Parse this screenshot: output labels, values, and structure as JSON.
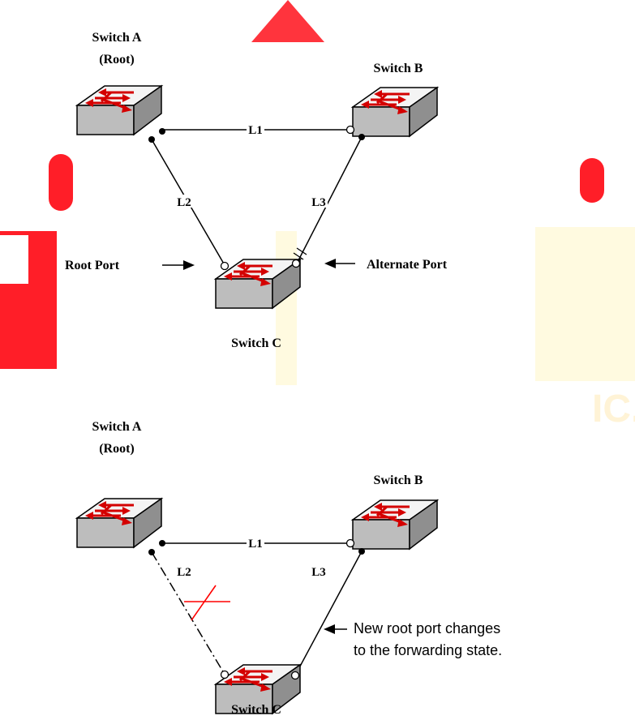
{
  "colors": {
    "watermark_red": "#ff1e28",
    "watermark_yellow": "#fffae0",
    "failure_mark": "#ff0000",
    "arrow_red": "#d40000",
    "link": "#000000"
  },
  "watermark_text": "IC.",
  "top": {
    "switch_a_name": "Switch A",
    "switch_a_role": "(Root)",
    "switch_b_name": "Switch B",
    "switch_c_name": "Switch C",
    "link_l1": "L1",
    "link_l2": "L2",
    "link_l3": "L3",
    "root_port_label": "Root Port",
    "alternate_port_label": "Alternate Port"
  },
  "bottom": {
    "switch_a_name": "Switch A",
    "switch_a_role": "(Root)",
    "switch_b_name": "Switch B",
    "switch_c_name": "Switch C",
    "link_l1": "L1",
    "link_l2": "L2",
    "link_l3": "L3",
    "note_line1": "New root port changes",
    "note_line2": "to the forwarding state."
  }
}
